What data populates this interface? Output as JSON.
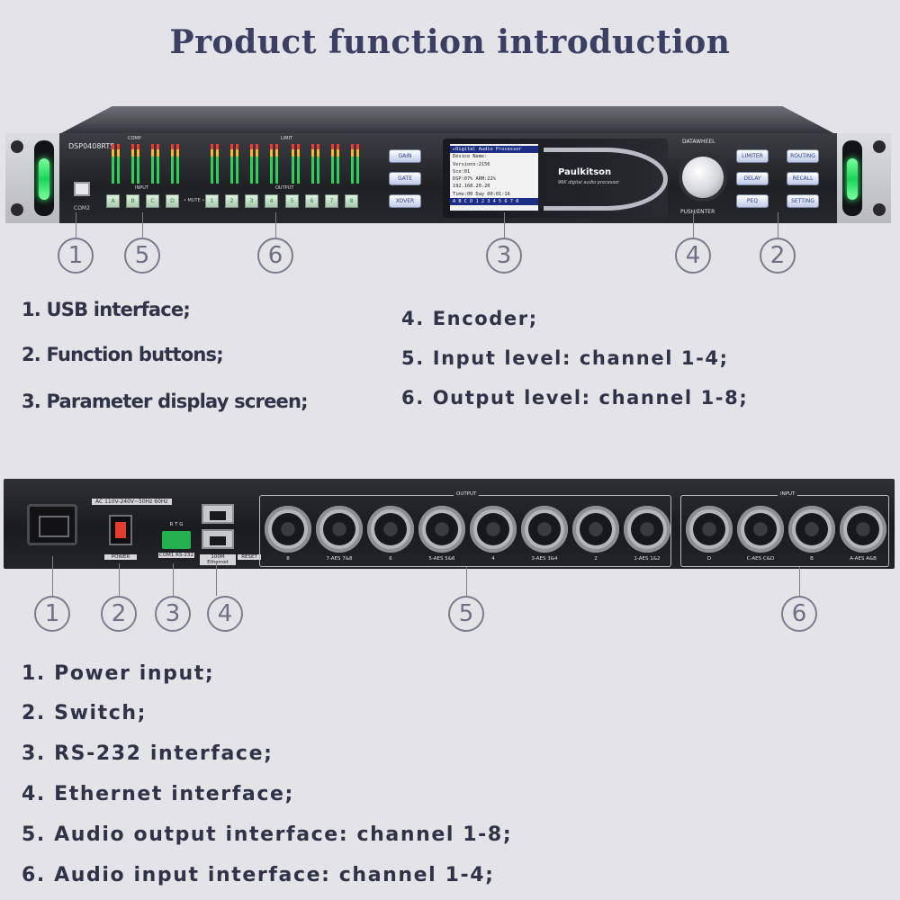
{
  "title": "Product function  introduction",
  "front_panel": {
    "model": "DSP0408RTS",
    "com2": "COM2",
    "comp_label": "COMP",
    "input_label": "INPUT",
    "output_label": "OUTPUT",
    "limit_label": "LIMIT",
    "mute_label": "• MUTE •",
    "input_channels": [
      "A",
      "B",
      "C",
      "D"
    ],
    "output_channels": [
      "1",
      "2",
      "3",
      "4",
      "5",
      "6",
      "7",
      "8"
    ],
    "left_buttons": [
      "GAIN",
      "GATE",
      "XOVER"
    ],
    "brand": "Paulkitson",
    "tagline": "96K digital audio processor",
    "lcd_lines": [
      "▸Digital Audio Processor",
      "Device Name:",
      "Versions:2156",
      "Sce:01",
      "DSP:07%     ARM:22%",
      "192.168.20.20",
      "Time:00 Day 00:01:16",
      "A B C D   1 2 3 4 5 6 7 8"
    ],
    "knob_top_label": "DATAWHEEL",
    "knob_bottom_label": "PUSH/ENTER",
    "right_buttons": [
      "LIMITER",
      "ROUTING",
      "DELAY",
      "RECALL",
      "PEQ",
      "SETTING"
    ]
  },
  "front_callouts": [
    "1",
    "5",
    "6",
    "3",
    "4",
    "2"
  ],
  "front_descriptions": {
    "left": [
      "1. USB interface;",
      "2. Function buttons;",
      "3. Parameter display screen;"
    ],
    "right": [
      "4. Encoder;",
      "5. Input level: channel 1-4;",
      "6. Output level: channel 1-8;"
    ]
  },
  "rear_panel": {
    "ac_label": "AC 110V-240V~50Hz 60Hz",
    "power_label": "POWER",
    "rs232_label": "COM1 RS-232",
    "rs232_pins": "R T G",
    "ethernet_label": "100M Ethernet",
    "reset_label": "RESET",
    "output_title": "OUTPUT",
    "input_title": "INPUT",
    "output_labels": [
      "8",
      "7-AES 7&8",
      "6",
      "5-AES 5&6",
      "4",
      "3-AES 3&4",
      "2",
      "1-AES 1&2"
    ],
    "input_labels": [
      "D",
      "C-AES C&D",
      "B",
      "A-AES A&B"
    ]
  },
  "rear_callouts": [
    "1",
    "2",
    "3",
    "4",
    "5",
    "6"
  ],
  "rear_descriptions": [
    "1. Power input;",
    "2. Switch;",
    "3. RS-232 interface;",
    "4. Ethernet interface;",
    "5. Audio output interface: channel 1-8;",
    "6. Audio input interface: channel 1-4;"
  ]
}
